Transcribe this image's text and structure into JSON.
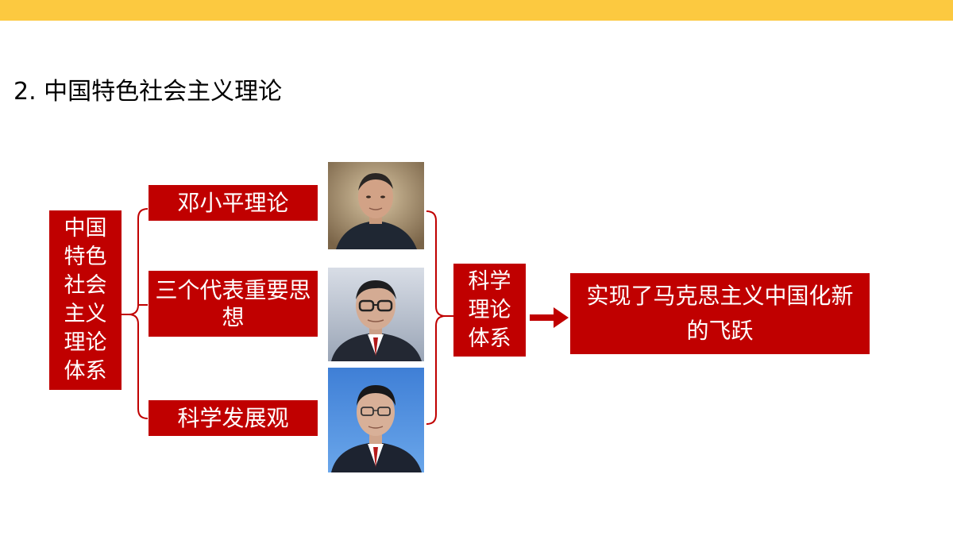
{
  "slide": {
    "title": "2. 中国特色社会主义理论"
  },
  "diagram": {
    "root": {
      "lines": [
        "中国",
        "特色",
        "社会",
        "主义",
        "理论",
        "体系"
      ]
    },
    "theories": [
      {
        "label": "邓小平理论",
        "photo": "portrait-photo"
      },
      {
        "label": "三个代表重要思想",
        "photo": "portrait-photo"
      },
      {
        "label": "科学发展观",
        "photo": "portrait-photo"
      }
    ],
    "science": {
      "lines": [
        "科学",
        "理论",
        "体系"
      ]
    },
    "result": {
      "text": "实现了马克思主义中国化新的飞跃"
    }
  },
  "colors": {
    "top_bar": "#fcc940",
    "box_red": "#c00000",
    "text_white": "#ffffff"
  },
  "icons": {
    "arrow": "right-arrow-icon"
  }
}
